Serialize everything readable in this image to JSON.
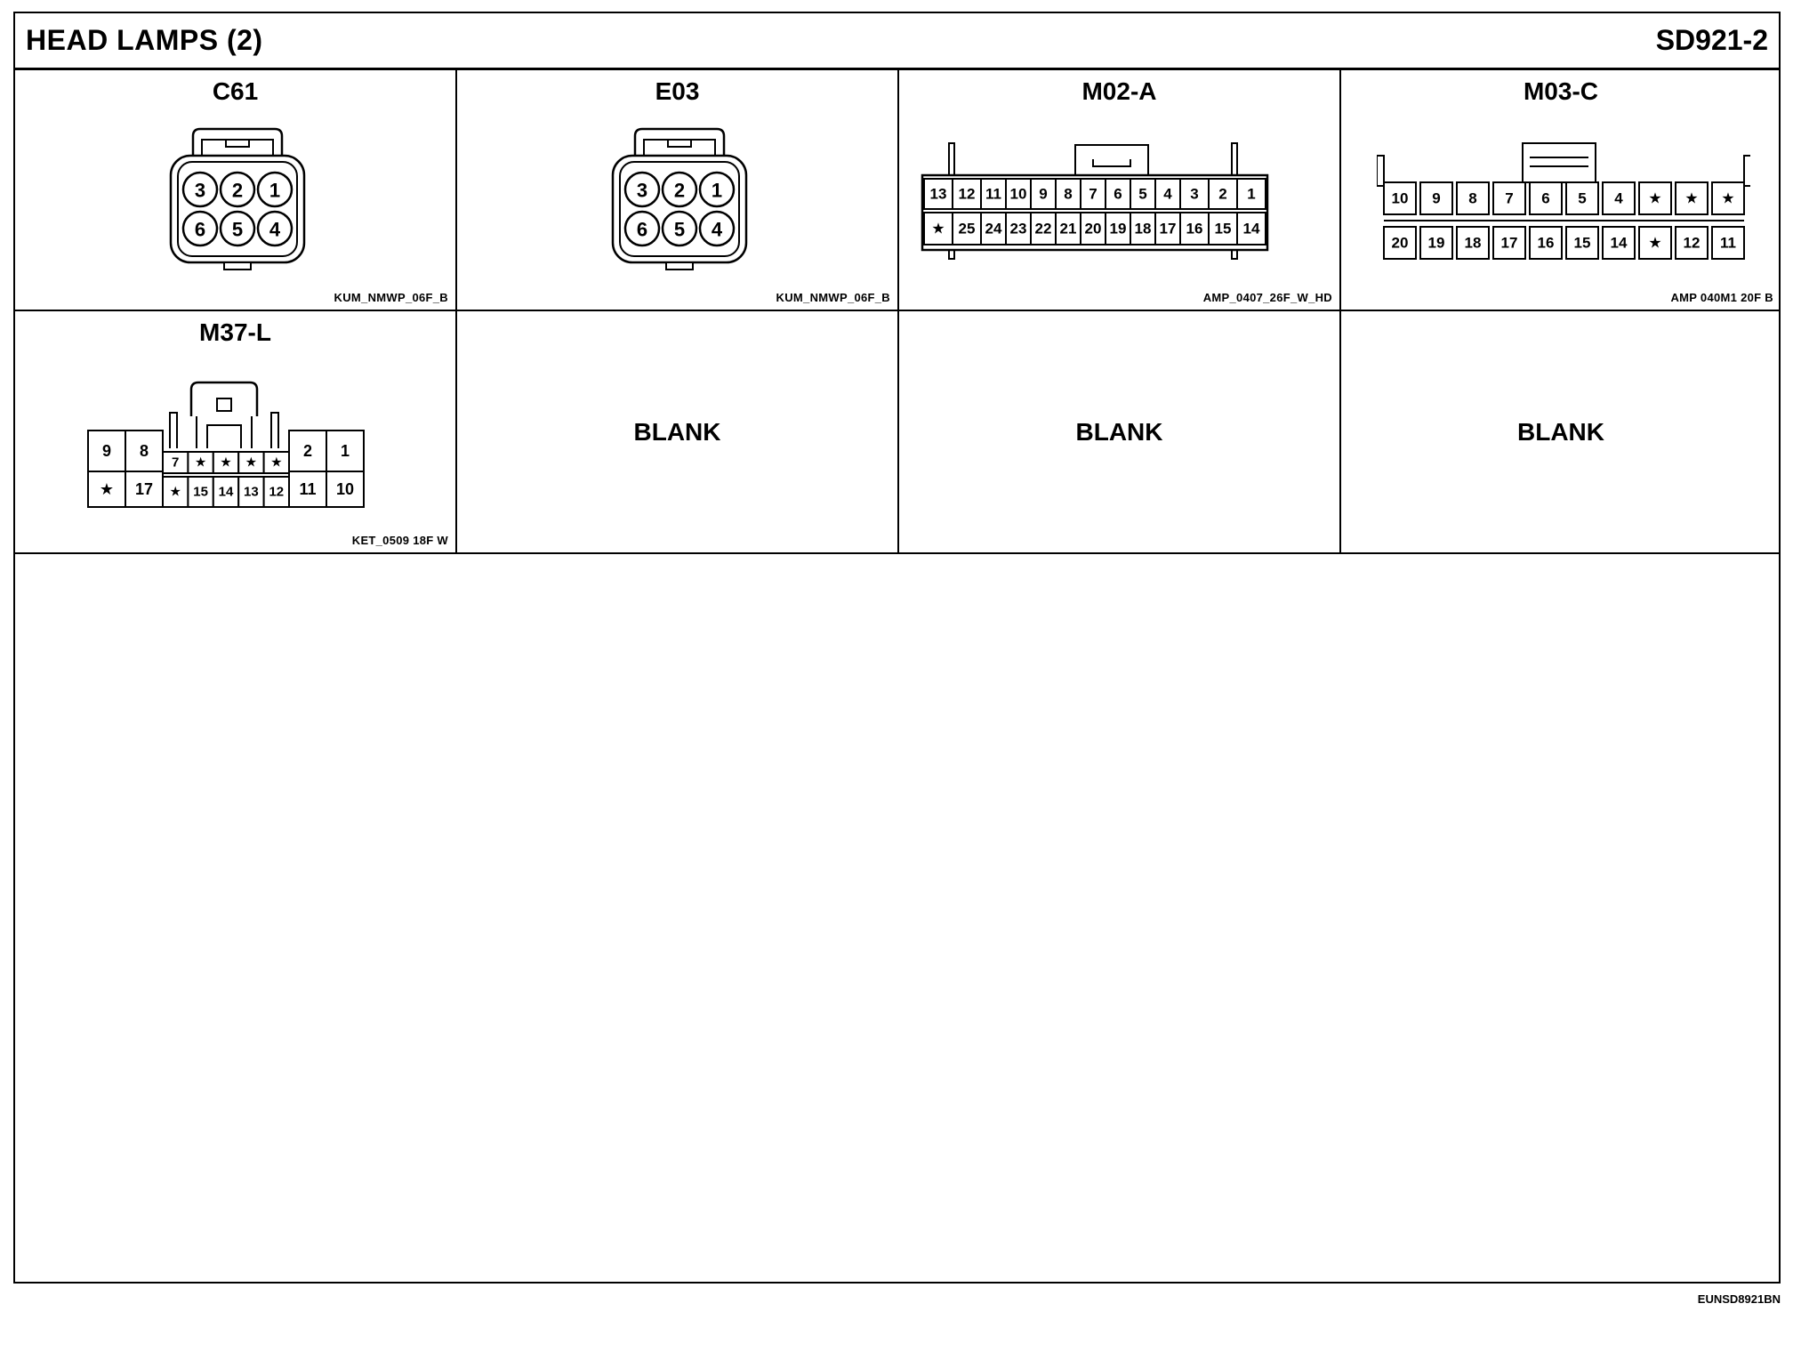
{
  "header": {
    "title": "HEAD LAMPS (2)",
    "page_code": "SD921-2"
  },
  "connectors": {
    "c61": {
      "label": "C61",
      "part": "KUM_NMWP_06F_B",
      "pins_top": [
        "3",
        "2",
        "1"
      ],
      "pins_bottom": [
        "6",
        "5",
        "4"
      ]
    },
    "e03": {
      "label": "E03",
      "part": "KUM_NMWP_06F_B",
      "pins_top": [
        "3",
        "2",
        "1"
      ],
      "pins_bottom": [
        "6",
        "5",
        "4"
      ]
    },
    "m02a": {
      "label": "M02-A",
      "part": "AMP_0407_26F_W_HD",
      "pins_top": [
        "13",
        "12",
        "11",
        "10",
        "9",
        "8",
        "7",
        "6",
        "5",
        "4",
        "3",
        "2",
        "1"
      ],
      "pins_bottom": [
        "★",
        "25",
        "24",
        "23",
        "22",
        "21",
        "20",
        "19",
        "18",
        "17",
        "16",
        "15",
        "14"
      ]
    },
    "m03c": {
      "label": "M03-C",
      "part": "AMP 040M1 20F B",
      "pins_top": [
        "10",
        "9",
        "8",
        "7",
        "6",
        "5",
        "4",
        "★",
        "★",
        "★"
      ],
      "pins_bottom": [
        "20",
        "19",
        "18",
        "17",
        "16",
        "15",
        "14",
        "★",
        "12",
        "11"
      ]
    },
    "m37l": {
      "label": "M37-L",
      "part": "KET_0509 18F W",
      "pins_left_top": [
        "9",
        "8"
      ],
      "pins_left_bottom": [
        "★",
        "17"
      ],
      "pins_mid_top": [
        "7",
        "★",
        "★",
        "★",
        "★"
      ],
      "pins_mid_bottom": [
        "★",
        "15",
        "14",
        "13",
        "12"
      ],
      "pins_right_top": [
        "2",
        "1"
      ],
      "pins_right_bottom": [
        "11",
        "10"
      ]
    }
  },
  "blanks": [
    "BLANK",
    "BLANK",
    "BLANK"
  ],
  "footer": {
    "doc_code": "EUNSD8921BN"
  }
}
